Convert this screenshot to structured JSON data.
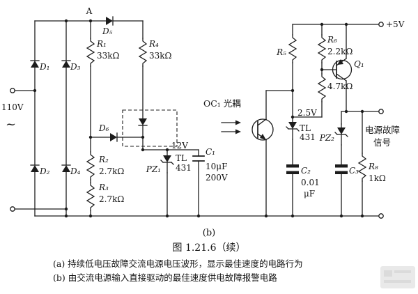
{
  "canvas": {
    "background": "#ffffff",
    "ink": "#1c1c1c"
  },
  "source": {
    "voltage": "110V",
    "ac_symbol": "~"
  },
  "nodes": {
    "a": "A"
  },
  "diodes": {
    "d1": "D₁",
    "d2": "D₂",
    "d3": "D₃",
    "d4": "D₄",
    "d5": "D₅",
    "d6": "D₆"
  },
  "resistors": {
    "r1": "R₁",
    "r1_value": "33kΩ",
    "r2": "R₂",
    "r2_value": "2.7kΩ",
    "r3": "R₃",
    "r3_value": "2.7kΩ",
    "r4": "R₄",
    "r4_value": "33kΩ",
    "r5": "R₅",
    "r6": "R₆",
    "r6_value": "2.2kΩ",
    "r7_value": "4.7kΩ",
    "r8": "R₈",
    "r8_value": "1kΩ"
  },
  "regulators": {
    "pz1": "PZ₁",
    "pz1_voltage": "12V",
    "pz1_tl_1": "TL",
    "pz1_tl_2": "431",
    "pz2": "PZ₂",
    "tl_right_voltage": "2.5V",
    "tl_right_1": "TL",
    "tl_right_2": "431"
  },
  "capacitors": {
    "c1": "C₁",
    "c1_value_1": "10μF",
    "c1_value_2": "200V",
    "c2": "C₂",
    "c2_value_1": "0.01",
    "c2_value_2": "μF",
    "c3": "C₃"
  },
  "optocoupler": {
    "label": "OC₁ 光耦"
  },
  "transistor": {
    "q1": "Q₁"
  },
  "rails": {
    "vcc": "+5V"
  },
  "output": {
    "label_line1": "电源故障",
    "label_line2": "信号"
  },
  "caption": {
    "sub_label": "(b)",
    "title": "图 1.21.6（续）",
    "line_a": "(a) 持续低电压故障交流电源电压波形，显示最佳速度的电路行为",
    "line_b": "(b) 由交流电源输入直接驱动的最佳速度供电故障报警电路"
  }
}
